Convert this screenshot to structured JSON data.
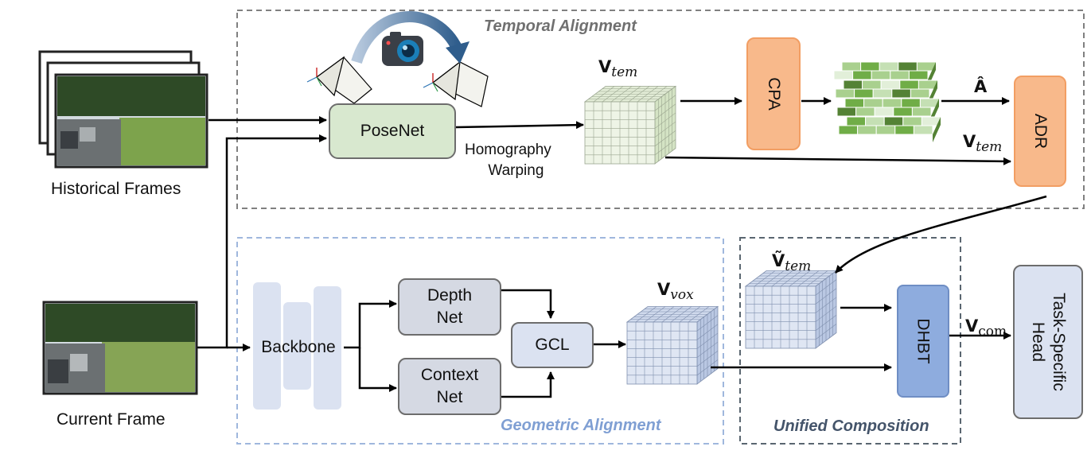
{
  "regions": {
    "temporal": "Temporal Alignment",
    "geometric": "Geometric Alignment",
    "unified": "Unified Composition"
  },
  "inputs": {
    "historical": "Historical Frames",
    "current": "Current Frame"
  },
  "modules": {
    "posenet": "PoseNet",
    "homography_line1": "Homography",
    "homography_line2": "Warping",
    "cpa": "CPA",
    "adr": "ADR",
    "backbone": "Backbone",
    "depth_line1": "Depth",
    "depth_line2": "Net",
    "context_line1": "Context",
    "context_line2": "Net",
    "gcl": "GCL",
    "dhbt": "DHBT",
    "head_line1": "Task-Specific",
    "head_line2": "Head"
  },
  "variables": {
    "v": "V",
    "tem_sub": "tem",
    "vox_sub": "vox",
    "com_sub": "com",
    "a_hat": "Â",
    "v_tilde": "Ṽ"
  },
  "colors": {
    "temporal_title": "#707070",
    "geometric_title": "#7f9fd3",
    "unified_title": "#44546a",
    "posenet_fill": "#d8e8cf",
    "cpa_fill": "#f8b98b",
    "dhbt_fill": "#8eacde",
    "gray_module": "#d5d9e3",
    "head_fill": "#dbe2f1"
  }
}
